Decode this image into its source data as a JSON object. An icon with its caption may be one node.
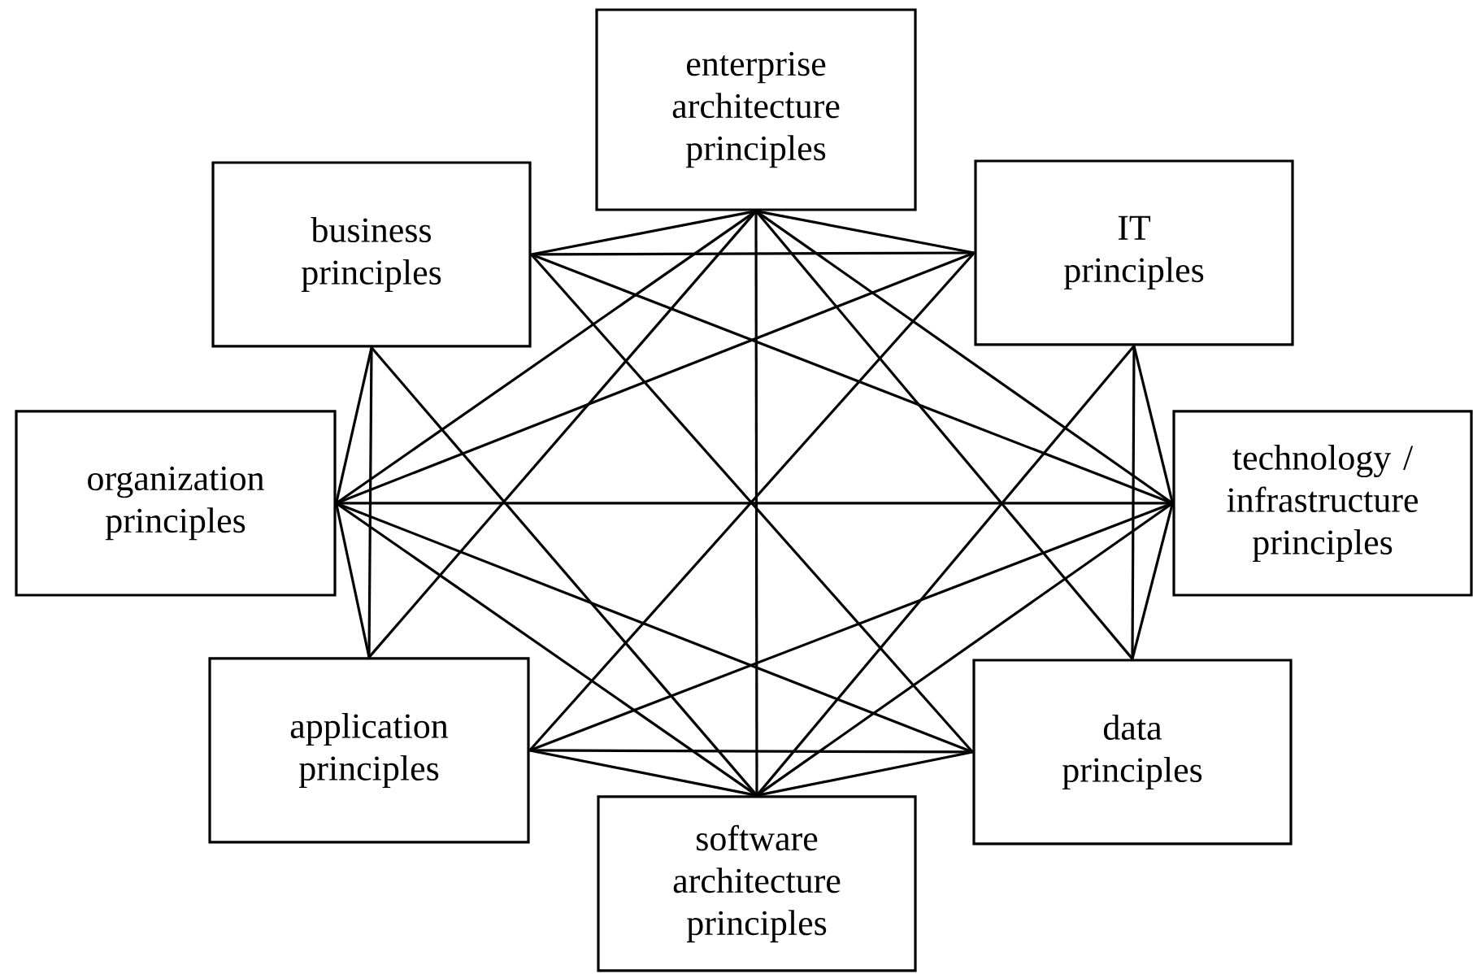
{
  "diagram": {
    "nodes": [
      {
        "text": [
          "enterprise architecture principles"
        ]
      },
      {
        "text": [
          "business principles"
        ]
      },
      {
        "text": [
          "IT principles"
        ]
      },
      {
        "text": [
          "organization principles"
        ]
      },
      {
        "text": [
          "technology / infrastructure principles"
        ]
      },
      {
        "text": [
          "application principles"
        ]
      },
      {
        "text": [
          "data principles"
        ]
      },
      {
        "text": [
          "software architecture principles"
        ]
      }
    ],
    "edges": [
      {
        "from": 0,
        "to": 1,
        "arrow": "none"
      },
      {
        "from": 0,
        "to": 2,
        "arrow": "none"
      },
      {
        "from": 0,
        "to": 3,
        "arrow": "none"
      },
      {
        "from": 0,
        "to": 4,
        "arrow": "none"
      },
      {
        "from": 0,
        "to": 5,
        "arrow": "none"
      },
      {
        "from": 0,
        "to": 6,
        "arrow": "none"
      },
      {
        "from": 0,
        "to": 7,
        "arrow": "none"
      },
      {
        "from": 1,
        "to": 2,
        "arrow": "none"
      },
      {
        "from": 1,
        "to": 3,
        "arrow": "none"
      },
      {
        "from": 1,
        "to": 4,
        "arrow": "none"
      },
      {
        "from": 1,
        "to": 5,
        "arrow": "none"
      },
      {
        "from": 1,
        "to": 6,
        "arrow": "none"
      },
      {
        "from": 1,
        "to": 7,
        "arrow": "none"
      },
      {
        "from": 2,
        "to": 3,
        "arrow": "none"
      },
      {
        "from": 2,
        "to": 4,
        "arrow": "none"
      },
      {
        "from": 2,
        "to": 5,
        "arrow": "none"
      },
      {
        "from": 2,
        "to": 6,
        "arrow": "none"
      },
      {
        "from": 2,
        "to": 7,
        "arrow": "none"
      },
      {
        "from": 3,
        "to": 4,
        "arrow": "none"
      },
      {
        "from": 3,
        "to": 5,
        "arrow": "none"
      },
      {
        "from": 3,
        "to": 6,
        "arrow": "none"
      },
      {
        "from": 3,
        "to": 7,
        "arrow": "none"
      },
      {
        "from": 4,
        "to": 5,
        "arrow": "none"
      },
      {
        "from": 4,
        "to": 6,
        "arrow": "none"
      },
      {
        "from": 4,
        "to": 7,
        "arrow": "none"
      },
      {
        "from": 5,
        "to": 6,
        "arrow": "none"
      },
      {
        "from": 5,
        "to": 7,
        "arrow": "none"
      },
      {
        "from": 6,
        "to": 7,
        "arrow": "none"
      }
    ]
  }
}
